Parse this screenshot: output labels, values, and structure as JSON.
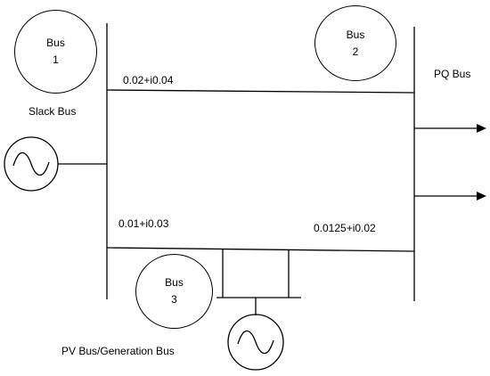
{
  "buses": [
    {
      "id": "bus1",
      "name": "Bus",
      "number": "1"
    },
    {
      "id": "bus2",
      "name": "Bus",
      "number": "2"
    },
    {
      "id": "bus3",
      "name": "Bus",
      "number": "3"
    }
  ],
  "labels": {
    "slack": "Slack Bus",
    "pq": "PQ Bus",
    "pv": "PV Bus/Generation Bus"
  },
  "impedances": {
    "line12": "0.02+i0.04",
    "line13": "0.01+i0.03",
    "line23": "0.0125+i0.02"
  }
}
